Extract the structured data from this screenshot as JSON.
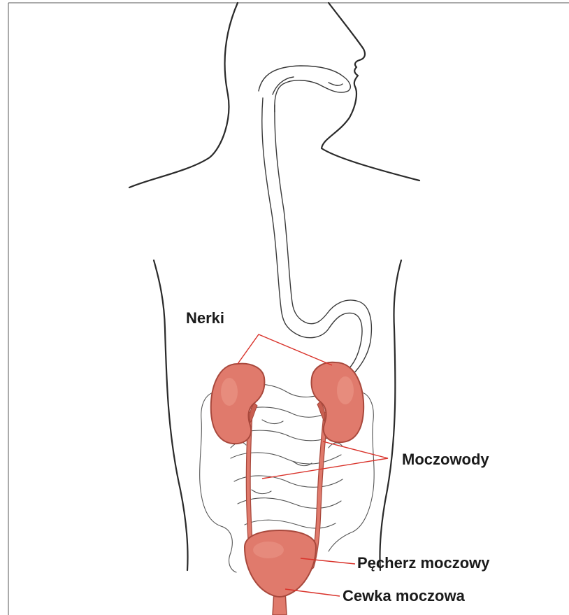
{
  "labels": {
    "kidneys": "Nerki",
    "ureters": "Moczowody",
    "bladder": "Pęcherz moczowy",
    "urethra": "Cewka moczowa"
  },
  "colors": {
    "organ_fill": "#e07a6c",
    "organ_fill_light": "#ec9a8c",
    "organ_stroke": "#a8483c",
    "leader_line": "#d9332b",
    "outline": "#2a2a2a",
    "frame": "#555555"
  }
}
